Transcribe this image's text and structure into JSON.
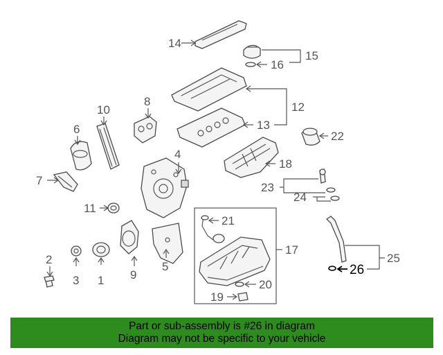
{
  "callouts": {
    "c1": "1",
    "c2": "2",
    "c3": "3",
    "c4": "4",
    "c5": "5",
    "c6": "6",
    "c7": "7",
    "c8": "8",
    "c9": "9",
    "c10": "10",
    "c11": "11",
    "c12": "12",
    "c13": "13",
    "c14": "14",
    "c15": "15",
    "c16": "16",
    "c17": "17",
    "c18": "18",
    "c19": "19",
    "c20": "20",
    "c21": "21",
    "c22": "22",
    "c23": "23",
    "c24": "24",
    "c25": "25",
    "c26": "26"
  },
  "highlighted_part": "26",
  "colors": {
    "banner": "#2e8b1e",
    "line": "#555555",
    "highlight": "#000000"
  },
  "footer": {
    "line1": "Part or sub-assembly is #26 in diagram",
    "line2": "Diagram may not be specific to your vehicle"
  }
}
